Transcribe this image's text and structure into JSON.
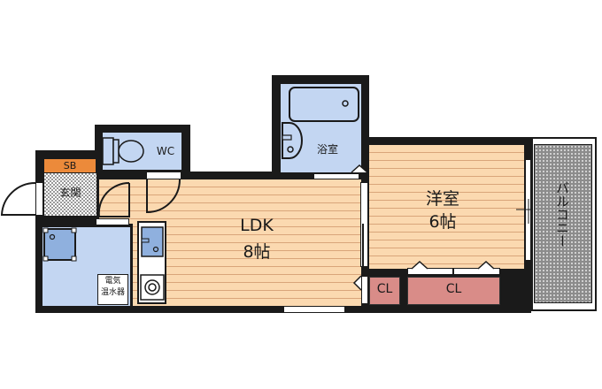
{
  "floor_plan": {
    "rooms": {
      "ldk": {
        "label": "LDK",
        "size": "8帖"
      },
      "western_room": {
        "label": "洋室",
        "size": "6帖"
      },
      "bathroom": {
        "label": "浴室"
      },
      "toilet": {
        "label": "WC"
      },
      "entrance": {
        "label": "玄関"
      },
      "shoe_box": {
        "label": "SB"
      },
      "water_heater": {
        "label_line1": "電気",
        "label_line2": "温水器"
      },
      "closet_small": {
        "label": "CL"
      },
      "closet_large": {
        "label": "CL"
      },
      "balcony": {
        "label": "バルコニー"
      }
    },
    "colors": {
      "wall": "#1a1a1a",
      "floor": "#fbd9b0",
      "wet_area": "#c3d6f2",
      "shoe_box": "#ec8a3a",
      "closet": "#d98c88",
      "balcony": "#8c8c8c"
    }
  }
}
